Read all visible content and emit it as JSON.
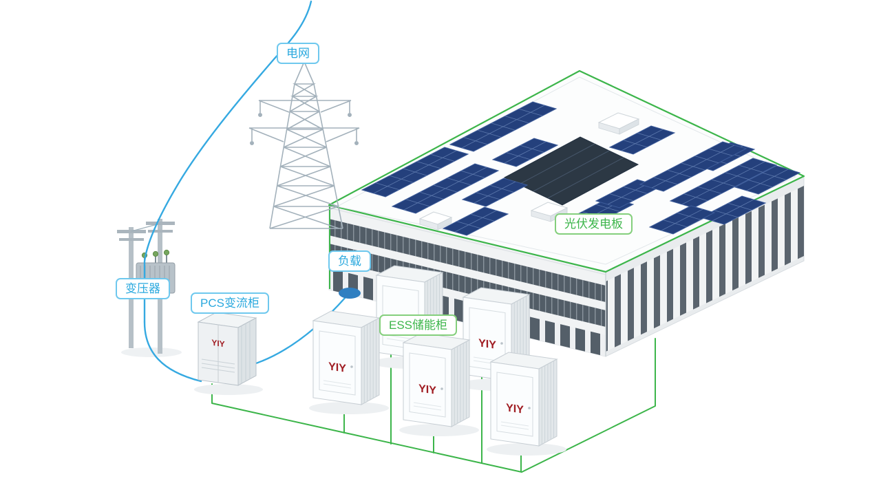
{
  "labels": {
    "grid": "电网",
    "transformer": "变压器",
    "pcs": "PCS变流柜",
    "load": "负载",
    "ess": "ESS储能柜",
    "pv": "光伏发电板"
  },
  "brand": "YIY",
  "counts": {
    "ess_cabinets": 5,
    "pcs_cabinets": 1
  },
  "colors": {
    "accent_blue": "#35a9e1",
    "accent_green": "#3cb54a",
    "solar_panel_navy": "#24407c",
    "brand_red": "#a01d23"
  }
}
